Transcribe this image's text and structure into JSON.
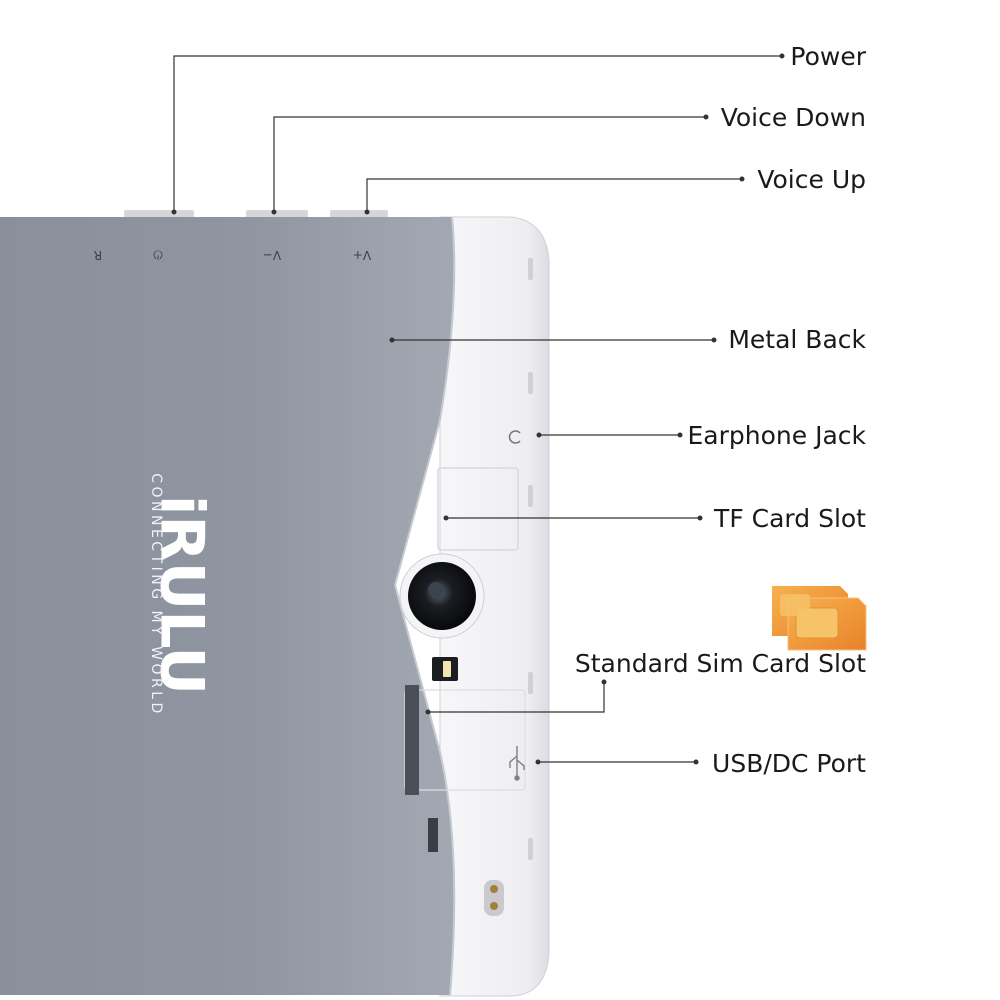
{
  "callouts": [
    {
      "id": "power",
      "label": "Power"
    },
    {
      "id": "voice-down",
      "label": "Voice Down"
    },
    {
      "id": "voice-up",
      "label": "Voice Up"
    },
    {
      "id": "metal-back",
      "label": "Metal Back"
    },
    {
      "id": "earphone-jack",
      "label": "Earphone Jack"
    },
    {
      "id": "tf-card-slot",
      "label": "TF Card Slot"
    },
    {
      "id": "standard-sim-card-slot",
      "label": "Standard Sim Card Slot"
    },
    {
      "id": "usb-dc-port",
      "label": "USB/DC Port"
    }
  ],
  "device": {
    "brand": "iRULU",
    "tagline": "CONNECTING MY WORLD",
    "button_marks": {
      "reset": "R",
      "power": "⏻",
      "volume_down": "V−",
      "volume_up": "V+"
    },
    "colors": {
      "metal": "#8d939e",
      "metal_dark": "#7d838e",
      "plastic": "#f3f3f5",
      "sim_card": "#f39a3a"
    }
  },
  "icons": [
    "power-icon",
    "earphone-jack-icon",
    "usb-icon",
    "camera-icon",
    "flash-icon",
    "sim-card-icon"
  ]
}
